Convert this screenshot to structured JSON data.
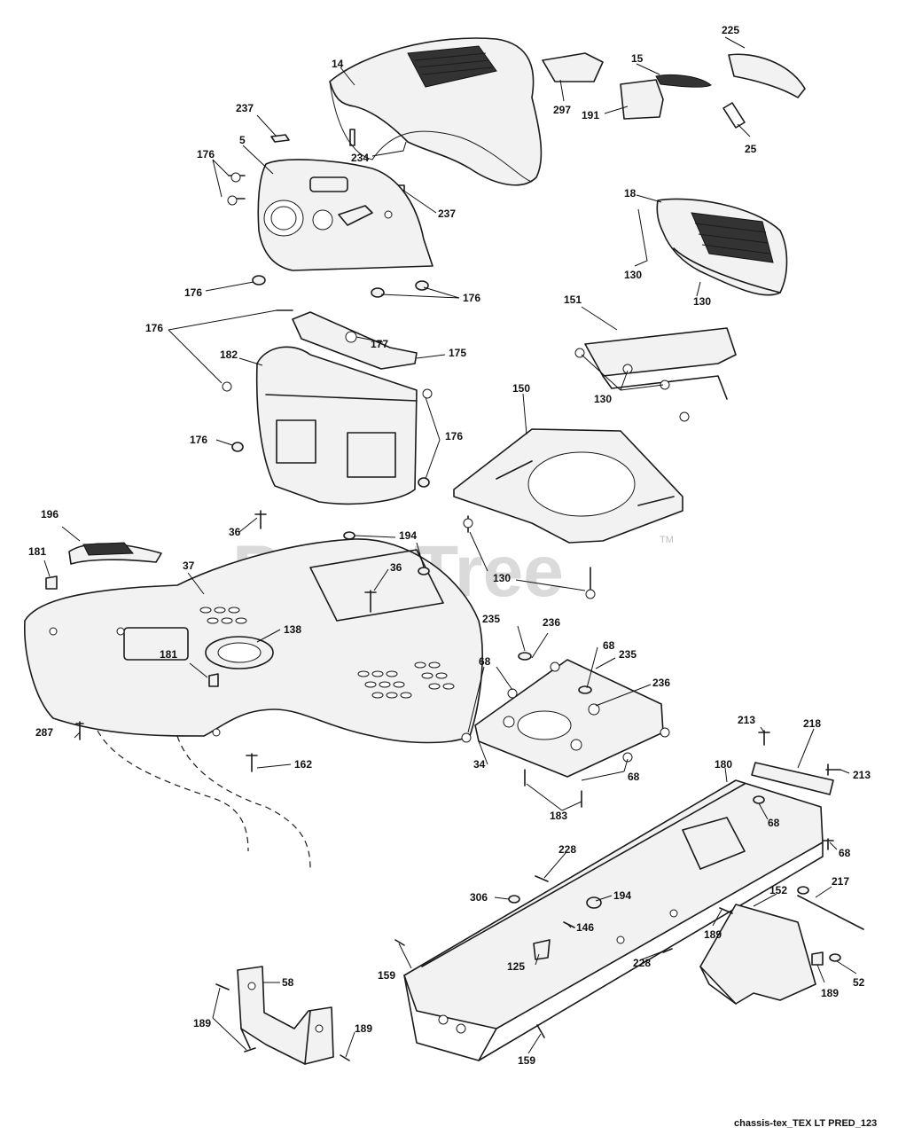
{
  "footer_label": "chassis-tex_TEX LT PRED_123",
  "watermark": {
    "text": "PartsTree",
    "trademark": "TM"
  },
  "callouts": {
    "c14": "14",
    "c237a": "237",
    "c234": "234",
    "c237b": "237",
    "c5": "5",
    "c176a": "176",
    "c176b": "176",
    "c176c": "176",
    "c176d": "176",
    "c176e": "176",
    "c176f": "176",
    "c297": "297",
    "c15": "15",
    "c191": "191",
    "c225": "225",
    "c25": "25",
    "c18": "18",
    "c130a": "130",
    "c130b": "130",
    "c151": "151",
    "c130c": "130",
    "c182": "182",
    "c177": "177",
    "c175": "175",
    "c150": "150",
    "c130d": "130",
    "c196": "196",
    "c181a": "181",
    "c36a": "36",
    "c194a": "194",
    "c36b": "36",
    "c37": "37",
    "c138": "138",
    "c181b": "181",
    "c287": "287",
    "c162": "162",
    "c235a": "235",
    "c236a": "236",
    "c68a": "68",
    "c68b": "68",
    "c235b": "235",
    "c236b": "236",
    "c34": "34",
    "c68c": "68",
    "c183": "183",
    "c213a": "213",
    "c218": "218",
    "c213b": "213",
    "c180": "180",
    "c68d": "68",
    "c68e": "68",
    "c228a": "228",
    "c306": "306",
    "c194b": "194",
    "c146": "146",
    "c152": "152",
    "c217": "217",
    "c189a": "189",
    "c125": "125",
    "c228b": "228",
    "c159a": "159",
    "c52": "52",
    "c189b": "189",
    "c58": "58",
    "c189c": "189",
    "c189d": "189",
    "c159b": "159"
  }
}
